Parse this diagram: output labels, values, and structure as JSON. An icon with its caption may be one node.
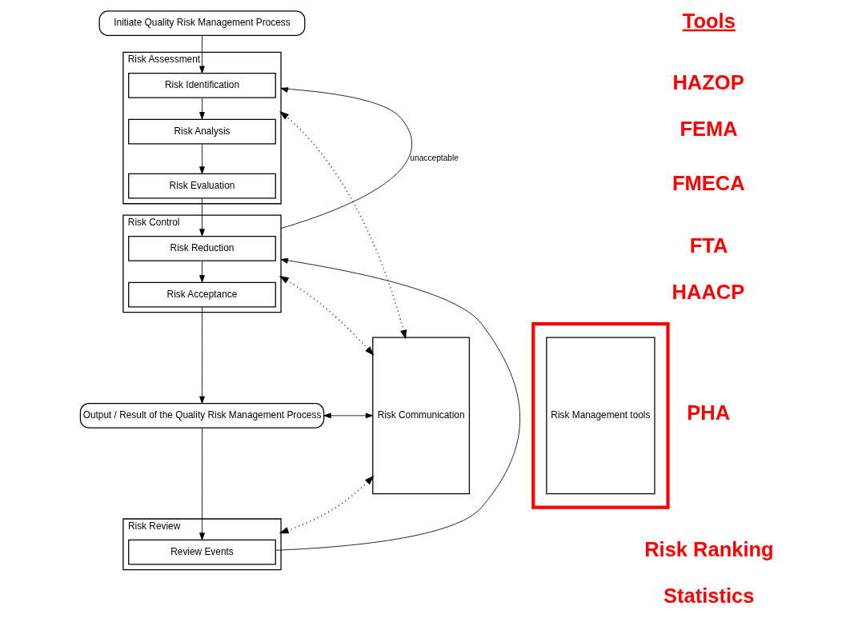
{
  "diagram": {
    "nodes": [
      {
        "text": [
          "Initiate Quality Risk Management Process"
        ]
      },
      {
        "text": [
          "Risk Assessment"
        ]
      },
      {
        "text": [
          "Risk Identification"
        ],
        "in": 1
      },
      {
        "text": [
          "Risk Analysis"
        ],
        "in": 1
      },
      {
        "text": [
          "Risk Evaluation"
        ],
        "in": 1
      },
      {
        "text": [
          "Risk Control"
        ]
      },
      {
        "text": [
          "Risk Reduction"
        ],
        "in": 5
      },
      {
        "text": [
          "Risk Acceptance"
        ],
        "in": 5
      },
      {
        "text": [
          "Output / Result of the Quality Risk Management Process"
        ]
      },
      {
        "text": [
          "Risk Review"
        ]
      },
      {
        "text": [
          "Review Events"
        ],
        "in": 9
      },
      {
        "text": [
          "Risk Communication"
        ]
      },
      {
        "text": [],
        "shape": "box"
      },
      {
        "text": [
          "Risk Management tools"
        ],
        "in": 12
      }
    ],
    "edges": [
      {
        "from": 0,
        "to": 2,
        "arrow": "to"
      },
      {
        "from": 2,
        "to": 3,
        "arrow": "to"
      },
      {
        "from": 3,
        "to": 4,
        "arrow": "to"
      },
      {
        "from": 4,
        "to": 6,
        "arrow": "to"
      },
      {
        "from": 6,
        "to": 7,
        "arrow": "to"
      },
      {
        "from": 7,
        "to": 8,
        "arrow": "to"
      },
      {
        "from": 8,
        "to": 10,
        "arrow": "to"
      },
      {
        "from": 5,
        "to": 1,
        "arrow": "to",
        "label": "unacceptable"
      },
      {
        "from": 10,
        "to": 5,
        "arrow": "to"
      },
      {
        "from": 11,
        "to": 1,
        "arrow": "both",
        "style": "dashed"
      },
      {
        "from": 11,
        "to": 5,
        "arrow": "both",
        "style": "dashed"
      },
      {
        "from": 11,
        "to": 8,
        "arrow": "both"
      },
      {
        "from": 11,
        "to": 9,
        "arrow": "both",
        "style": "dashed"
      }
    ],
    "labels": [
      "Tools",
      "HAZOP",
      "FEMA",
      "FMECA",
      "FTA",
      "HAACP",
      "PHA",
      "Risk Ranking",
      "Statistics"
    ]
  }
}
